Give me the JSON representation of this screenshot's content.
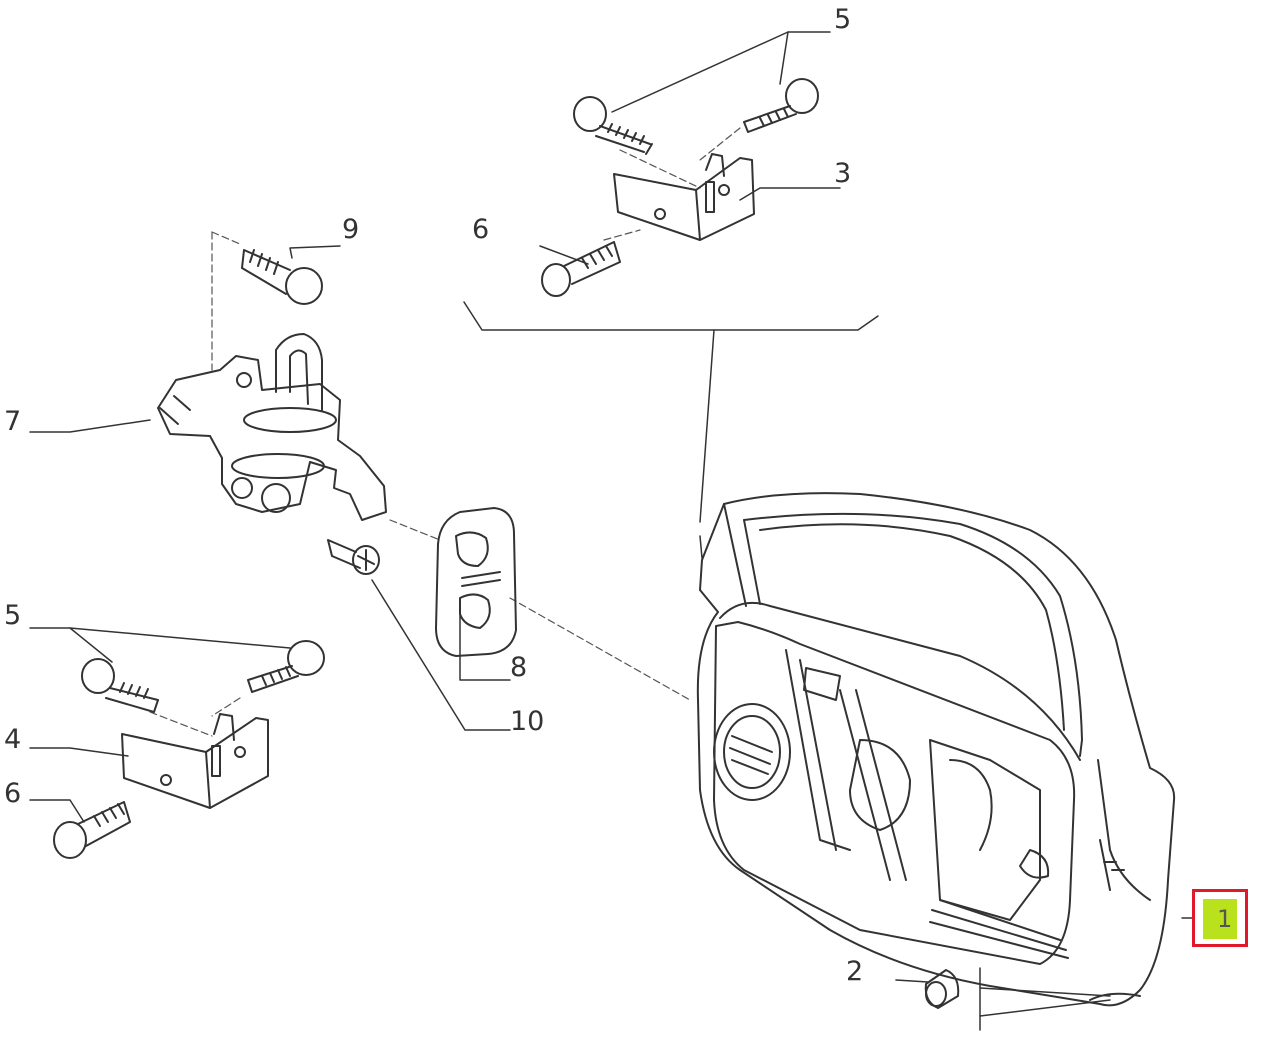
{
  "callouts": {
    "c1": "1",
    "c2": "2",
    "c3": "3",
    "c4": "4",
    "c5_top": "5",
    "c5_left": "5",
    "c6_top": "6",
    "c6_left": "6",
    "c7": "7",
    "c8": "8",
    "c9": "9",
    "c10": "10"
  },
  "colors": {
    "line": "#333333",
    "highlight_border": "#e01a2a",
    "highlight_fill": "#b9e21c"
  }
}
